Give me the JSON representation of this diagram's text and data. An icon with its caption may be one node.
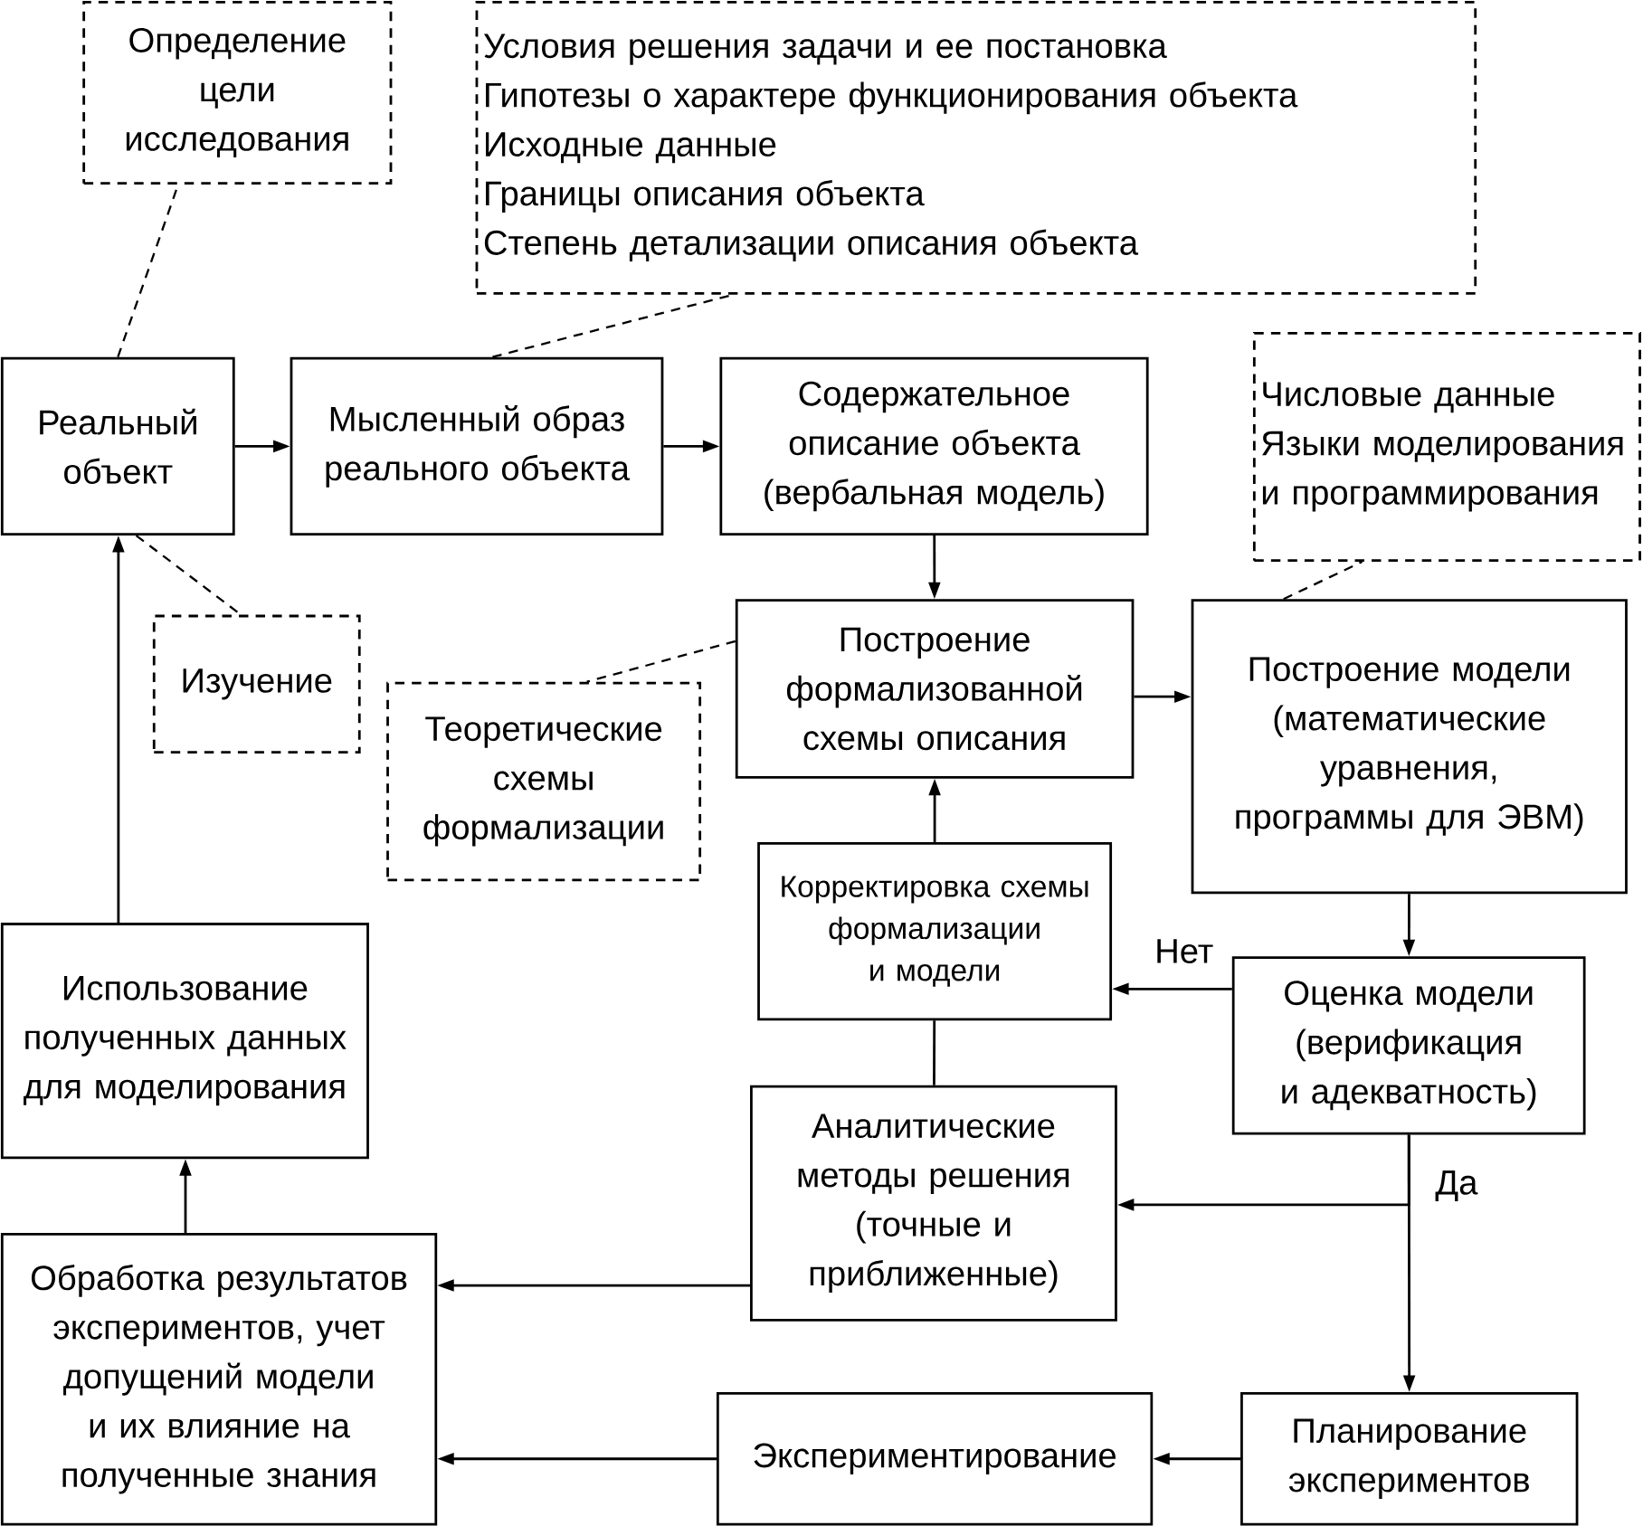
{
  "diagram": {
    "nodes": [
      {
        "text": [
          "Определение цели исследования"
        ]
      },
      {
        "text": [
          "Условия решения задачи и ее постановка",
          "Гипотезы о характере функционирования объекта",
          "Исходные данные",
          "Границы описания объекта",
          "Степень детализации описания объекта"
        ]
      },
      {
        "text": [
          "Реальный объект"
        ]
      },
      {
        "text": [
          "Мысленный образ реального объекта"
        ]
      },
      {
        "text": [
          "Содержательное описание объекта (вербальная модель)"
        ]
      },
      {
        "text": [
          "Числовые данные",
          "Языки моделирования и программирования"
        ]
      },
      {
        "text": [
          "Изучение"
        ]
      },
      {
        "text": [
          "Построение формализованной схемы описания"
        ]
      },
      {
        "text": [
          "Построение модели (математические уравнения, программы для ЭВМ)"
        ]
      },
      {
        "text": [
          "Теоретические схемы формализации"
        ]
      },
      {
        "text": [
          "Корректировка схемы формализации и модели"
        ]
      },
      {
        "text": [
          "Использование полученных данных для моделирования"
        ]
      },
      {
        "text": [
          "Оценка модели (верификация и адекватность)"
        ]
      },
      {
        "text": [
          "Аналитические методы решения (точные и приближенные)"
        ]
      },
      {
        "text": [
          "Обработка результатов экспериментов, учет допущений модели и их влияние на полученные знания"
        ]
      },
      {
        "text": [
          "Экспериментирование"
        ]
      },
      {
        "text": [
          "Планирование экспериментов"
        ]
      }
    ],
    "edges": [
      {
        "from": 2,
        "to": 3,
        "arrow": "to"
      },
      {
        "from": 3,
        "to": 4,
        "arrow": "to"
      },
      {
        "from": 4,
        "to": 7,
        "arrow": "to"
      },
      {
        "from": 7,
        "to": 8,
        "arrow": "to"
      },
      {
        "from": 8,
        "to": 12,
        "arrow": "to"
      },
      {
        "from": 12,
        "to": 10,
        "arrow": "to",
        "label": "Нет"
      },
      {
        "from": 10,
        "to": 7,
        "arrow": "to"
      },
      {
        "from": 10,
        "to": 13,
        "arrow": "none"
      },
      {
        "from": 12,
        "to": 16,
        "arrow": "to",
        "label": "Да"
      },
      {
        "from": 12,
        "to": 13,
        "arrow": "to"
      },
      {
        "from": 13,
        "to": 14,
        "arrow": "to"
      },
      {
        "from": 16,
        "to": 15,
        "arrow": "to"
      },
      {
        "from": 15,
        "to": 14,
        "arrow": "to"
      },
      {
        "from": 14,
        "to": 11,
        "arrow": "to"
      },
      {
        "from": 11,
        "to": 2,
        "arrow": "to"
      },
      {
        "from": 2,
        "to": 0,
        "arrow": "none",
        "style": "dashed"
      },
      {
        "from": 3,
        "to": 1,
        "arrow": "none",
        "style": "dashed"
      },
      {
        "from": 2,
        "to": 6,
        "arrow": "none",
        "style": "dashed"
      },
      {
        "from": 7,
        "to": 9,
        "arrow": "none",
        "style": "dashed"
      },
      {
        "from": 8,
        "to": 5,
        "arrow": "none",
        "style": "dashed"
      }
    ]
  }
}
